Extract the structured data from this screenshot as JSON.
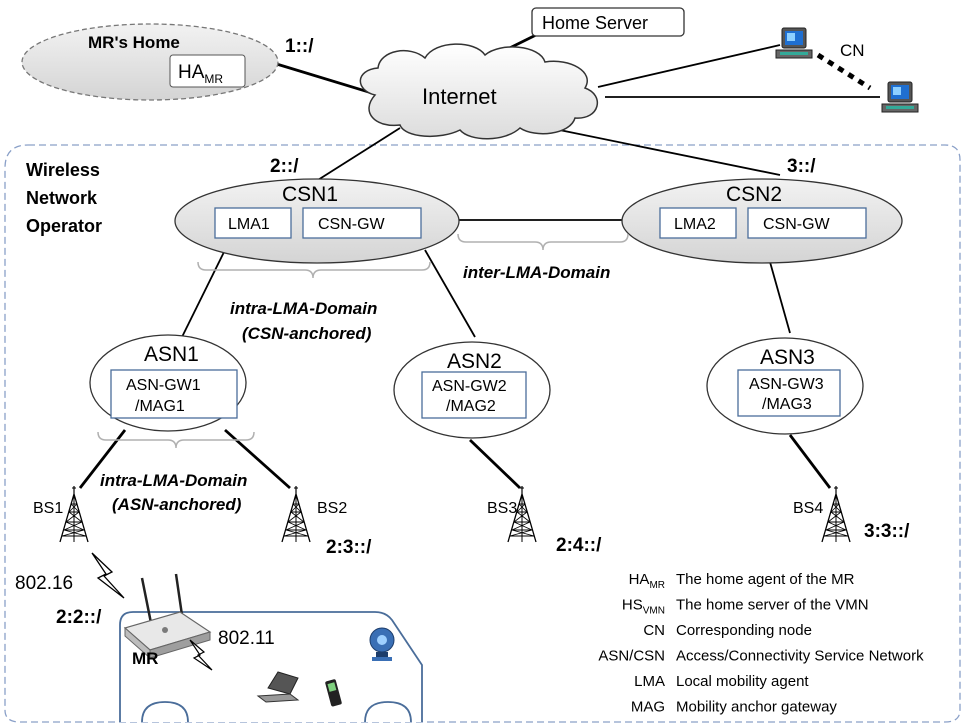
{
  "home": {
    "title": "MR's Home",
    "ha_main": "HA",
    "ha_sub": "MR"
  },
  "home_server": "Home Server",
  "internet": "Internet",
  "cn": "CN",
  "operator": {
    "line1": "Wireless",
    "line2": "Network",
    "line3": "Operator"
  },
  "prefixes": {
    "p1": "1::/",
    "p2": "2::/",
    "p3": "3::/",
    "p23": "2:3::/",
    "p24": "2:4::/",
    "p33": "3:3::/",
    "p22": "2:2::/"
  },
  "csn1": {
    "title": "CSN1",
    "lma": "LMA1",
    "gw": "CSN-GW"
  },
  "csn2": {
    "title": "CSN2",
    "lma": "LMA2",
    "gw": "CSN-GW"
  },
  "asn1": {
    "title": "ASN1",
    "gw1": "ASN-GW1",
    "gw2": "/MAG1"
  },
  "asn2": {
    "title": "ASN2",
    "gw1": "ASN-GW2",
    "gw2": "/MAG2"
  },
  "asn3": {
    "title": "ASN3",
    "gw1": "ASN-GW3",
    "gw2": "/MAG3"
  },
  "domains": {
    "inter": "inter-LMA-Domain",
    "intra_csn_1": "intra-LMA-Domain",
    "intra_csn_2": "(CSN-anchored)",
    "intra_asn_1": "intra-LMA-Domain",
    "intra_asn_2": "(ASN-anchored)"
  },
  "bs": {
    "bs1": "BS1",
    "bs2": "BS2",
    "bs3": "BS3",
    "bs4": "BS4"
  },
  "link_80216": "802.16",
  "link_80211": "802.11",
  "mr": "MR",
  "legend": [
    {
      "key": "HA",
      "sub": "MR",
      "desc": "The home agent of the MR"
    },
    {
      "key": "HS",
      "sub": "VMN",
      "desc": "The home server of the VMN"
    },
    {
      "key": "CN",
      "sub": "",
      "desc": "Corresponding node"
    },
    {
      "key": "ASN/CSN",
      "sub": "",
      "desc": "Access/Connectivity Service Network"
    },
    {
      "key": "LMA",
      "sub": "",
      "desc": "Local mobility agent"
    },
    {
      "key": "MAG",
      "sub": "",
      "desc": "Mobility anchor gateway"
    }
  ],
  "colors": {
    "ellipse_fill": "#e6e6e6",
    "box_border": "#4a6d9a",
    "dash_border": "#8aa0c8",
    "brace": "#b0b0b0"
  }
}
